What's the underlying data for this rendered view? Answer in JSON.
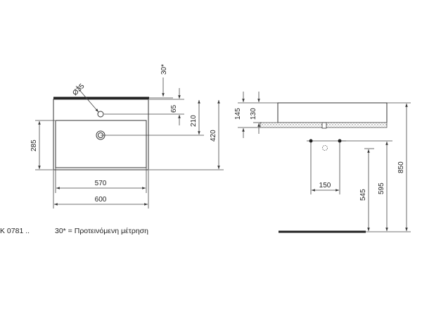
{
  "notes": {
    "product_code": "K 0781 ..",
    "recommended_note": "30* = Προτεινόμενη μέτρηση"
  },
  "front_view": {
    "hole_diameter": "Ø35",
    "dim_top_note": "30*",
    "dim_65": "65",
    "dim_210": "210",
    "dim_420": "420",
    "dim_285": "285",
    "dim_570": "570",
    "dim_600": "600"
  },
  "side_view": {
    "dim_145": "145",
    "dim_130": "130",
    "dim_150": "150",
    "dim_545": "545",
    "dim_595": "595",
    "dim_850": "850"
  },
  "colors": {
    "line": "#333333",
    "text": "#222222",
    "countertop_hatch": "#8a8a8a"
  }
}
